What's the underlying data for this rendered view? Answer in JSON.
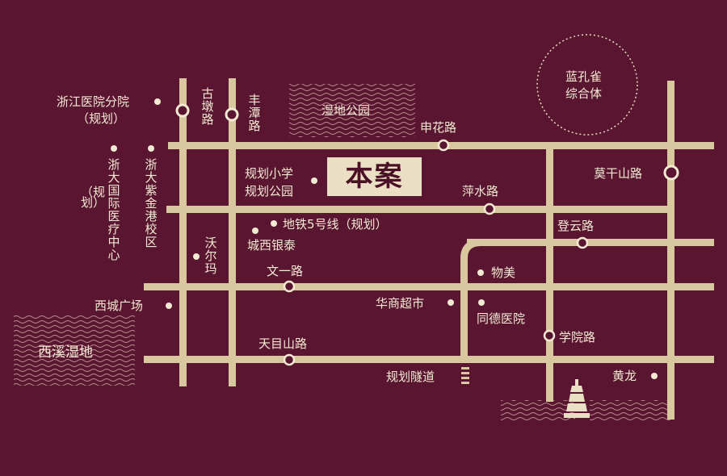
{
  "colors": {
    "background": "#5a1530",
    "road": "#d8c79f",
    "text": "#f3ead3",
    "highlight_bg": "#eadfc4",
    "highlight_text": "#4a1025"
  },
  "labels": {
    "project": "本案",
    "zhejiang_hospital": "浙江医院分院",
    "zhejiang_hospital_note": "（规划）",
    "gudun_road": "古墩路",
    "fengtan_road": "丰潭路",
    "wetland_park": "湿地公园",
    "shenhua_road": "申花路",
    "lanking": "蓝孔雀",
    "lanking_2": "综合体",
    "zheda_medical": "浙大国际医疗中心",
    "zheda_medical_note": "（规划）",
    "zijingang": "浙大紫金港校区",
    "school_park": "规划小学",
    "school_park_2": "规划公园",
    "moganshan_road": "莫干山路",
    "pingshui_road": "萍水路",
    "metro5": "地铁5号线（规划）",
    "chengxi_yintai": "城西银泰",
    "dengyun_road": "登云路",
    "walmart": "沃尔玛",
    "wenyi_road": "文一路",
    "wumei": "物美",
    "xicheng_plaza": "西城广场",
    "huashang": "华商超市",
    "tongde_hospital": "同德医院",
    "xixi_wetland": "西溪湿地",
    "tianmushan_road": "天目山路",
    "xueyuan_road": "学院路",
    "tunnel": "规划隧道",
    "huanglong": "黄龙"
  }
}
